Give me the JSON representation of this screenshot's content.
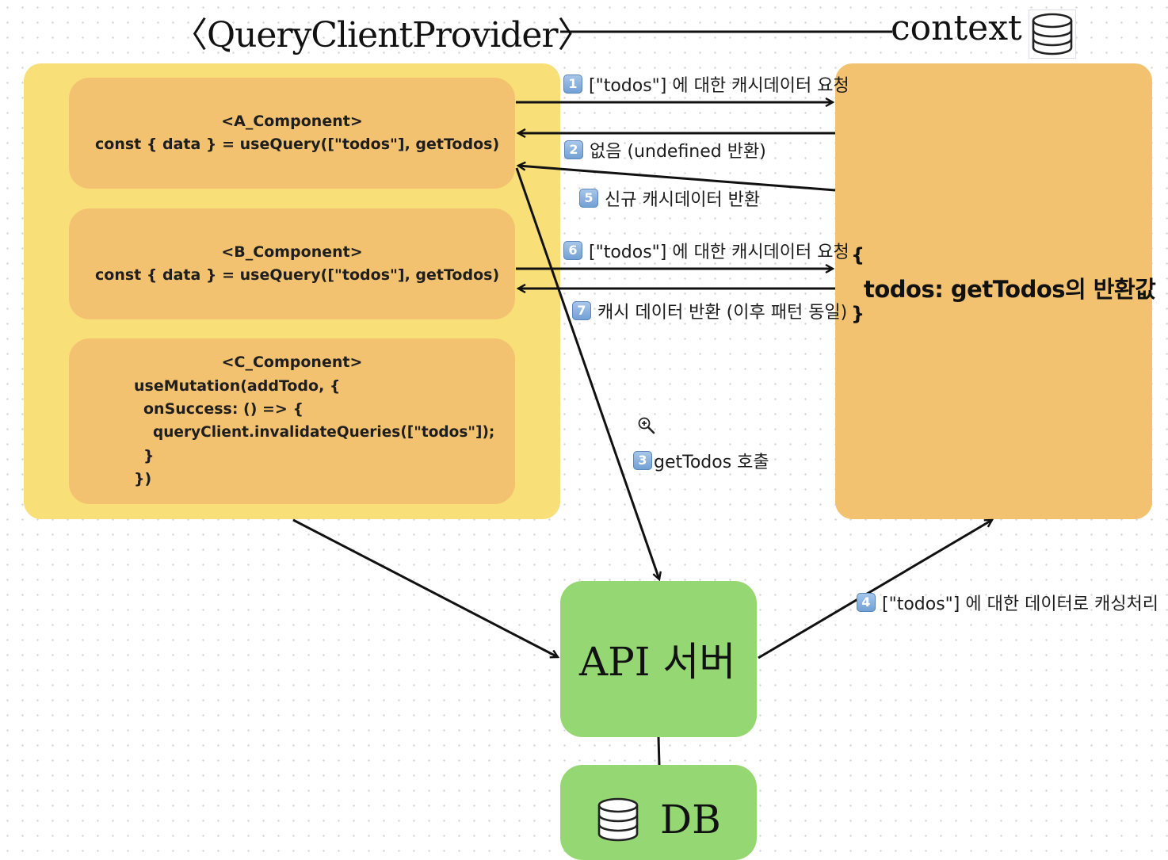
{
  "header": {
    "provider_title": "〈QueryClientProvider〉",
    "context_title": "context",
    "context_icon": "database-icon"
  },
  "components": {
    "a": {
      "name": "<A_Component>",
      "code": "const { data } = useQuery([\"todos\"], getTodos)"
    },
    "b": {
      "name": "<B_Component>",
      "code": "const { data } = useQuery([\"todos\"], getTodos)"
    },
    "c": {
      "name": "<C_Component>",
      "lines": [
        "useMutation(addTodo, {",
        "onSuccess: () => {",
        "queryClient.invalidateQueries([\"todos\"]);",
        "}",
        "})"
      ]
    }
  },
  "context_box": {
    "open_brace": "{",
    "content": "todos: getTodos의 반환값",
    "close_brace": "}"
  },
  "steps": [
    {
      "num": "1",
      "text": "[\"todos\"] 에 대한 캐시데이터 요청"
    },
    {
      "num": "2",
      "text": "없음 (undefined 반환)"
    },
    {
      "num": "3",
      "text": "getTodos 호출"
    },
    {
      "num": "4",
      "text": "[\"todos\"] 에 대한 데이터로 캐싱처리"
    },
    {
      "num": "5",
      "text": "신규 캐시데이터 반환"
    },
    {
      "num": "6",
      "text": "[\"todos\"] 에 대한 캐시데이터 요청"
    },
    {
      "num": "7",
      "text": "캐시 데이터 반환 (이후 패턴 동일)"
    }
  ],
  "api_server": {
    "label": "API 서버"
  },
  "db": {
    "label": "DB",
    "icon": "database-icon"
  },
  "colors": {
    "provider_fill": "#f8df78",
    "component_fill": "#f3c271",
    "server_fill": "#95d873",
    "badge_blue": "#6f9fd4"
  }
}
